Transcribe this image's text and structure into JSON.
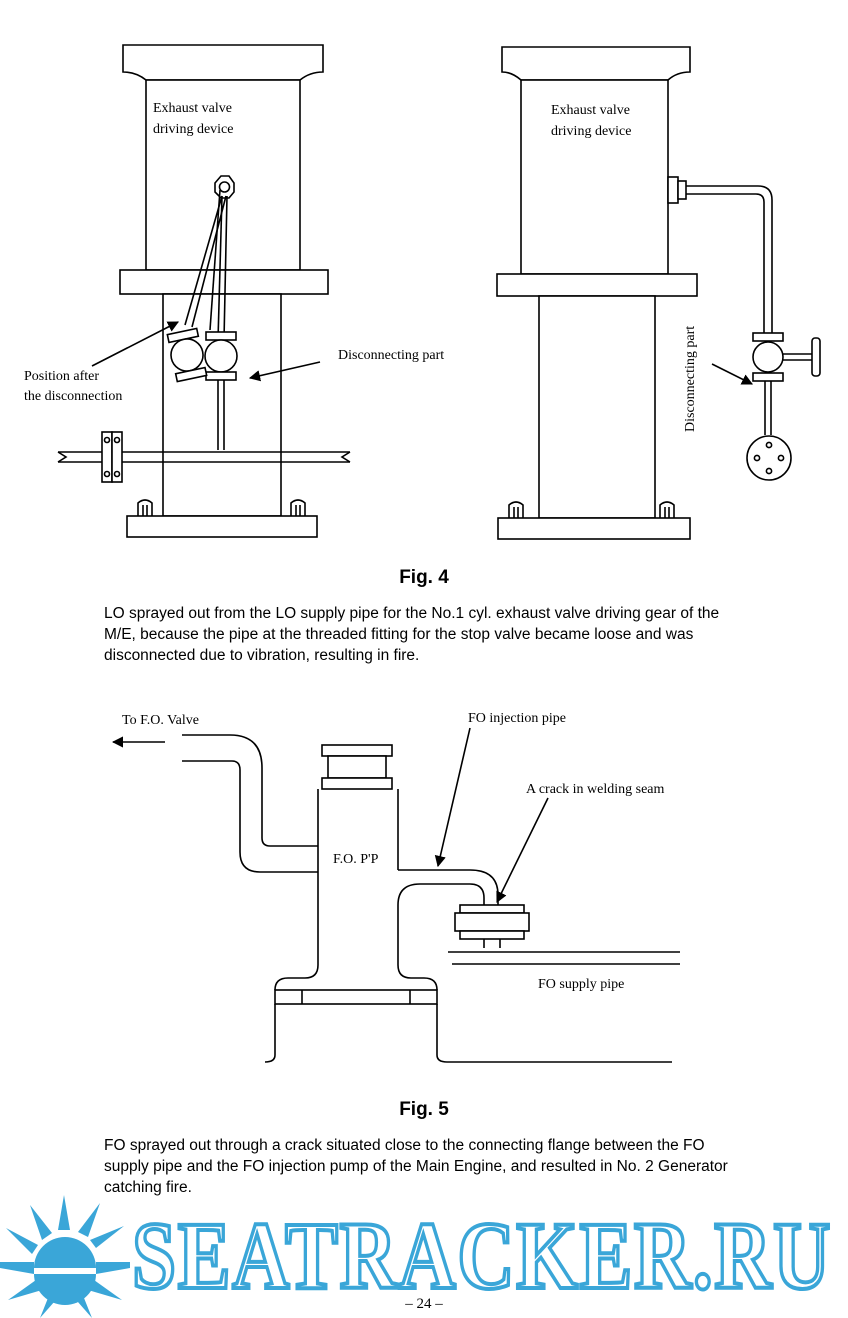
{
  "fig4": {
    "left": {
      "device_label_1": "Exhaust valve",
      "device_label_2": "driving device",
      "position_label_1": "Position after",
      "position_label_2": "the disconnection",
      "disconnecting_label": "Disconnecting part"
    },
    "right": {
      "device_label_1": "Exhaust valve",
      "device_label_2": "driving device",
      "disconnecting_label": "Disconnecting part"
    },
    "caption": "Fig. 4",
    "description": "LO sprayed out from the LO supply pipe for the No.1 cyl. exhaust valve driving gear of the M/E, because the pipe at the threaded fitting for the stop valve became loose and was disconnected due to vibration, resulting in fire."
  },
  "fig5": {
    "to_fo_valve": "To F.O. Valve",
    "fo_injection_pipe": "FO injection pipe",
    "crack_label": "A crack in welding seam",
    "fo_pump": "F.O. P'P",
    "fo_supply_pipe": "FO supply pipe",
    "caption": "Fig. 5",
    "description": "FO sprayed out through a crack situated close to the connecting flange between the FO supply pipe and the FO injection pump of the Main Engine, and resulted  in No. 2 Generator catching fire."
  },
  "watermark": {
    "text": "SEATRACKER.RU",
    "color": "#3aa6d8"
  },
  "page_number": "– 24 –"
}
